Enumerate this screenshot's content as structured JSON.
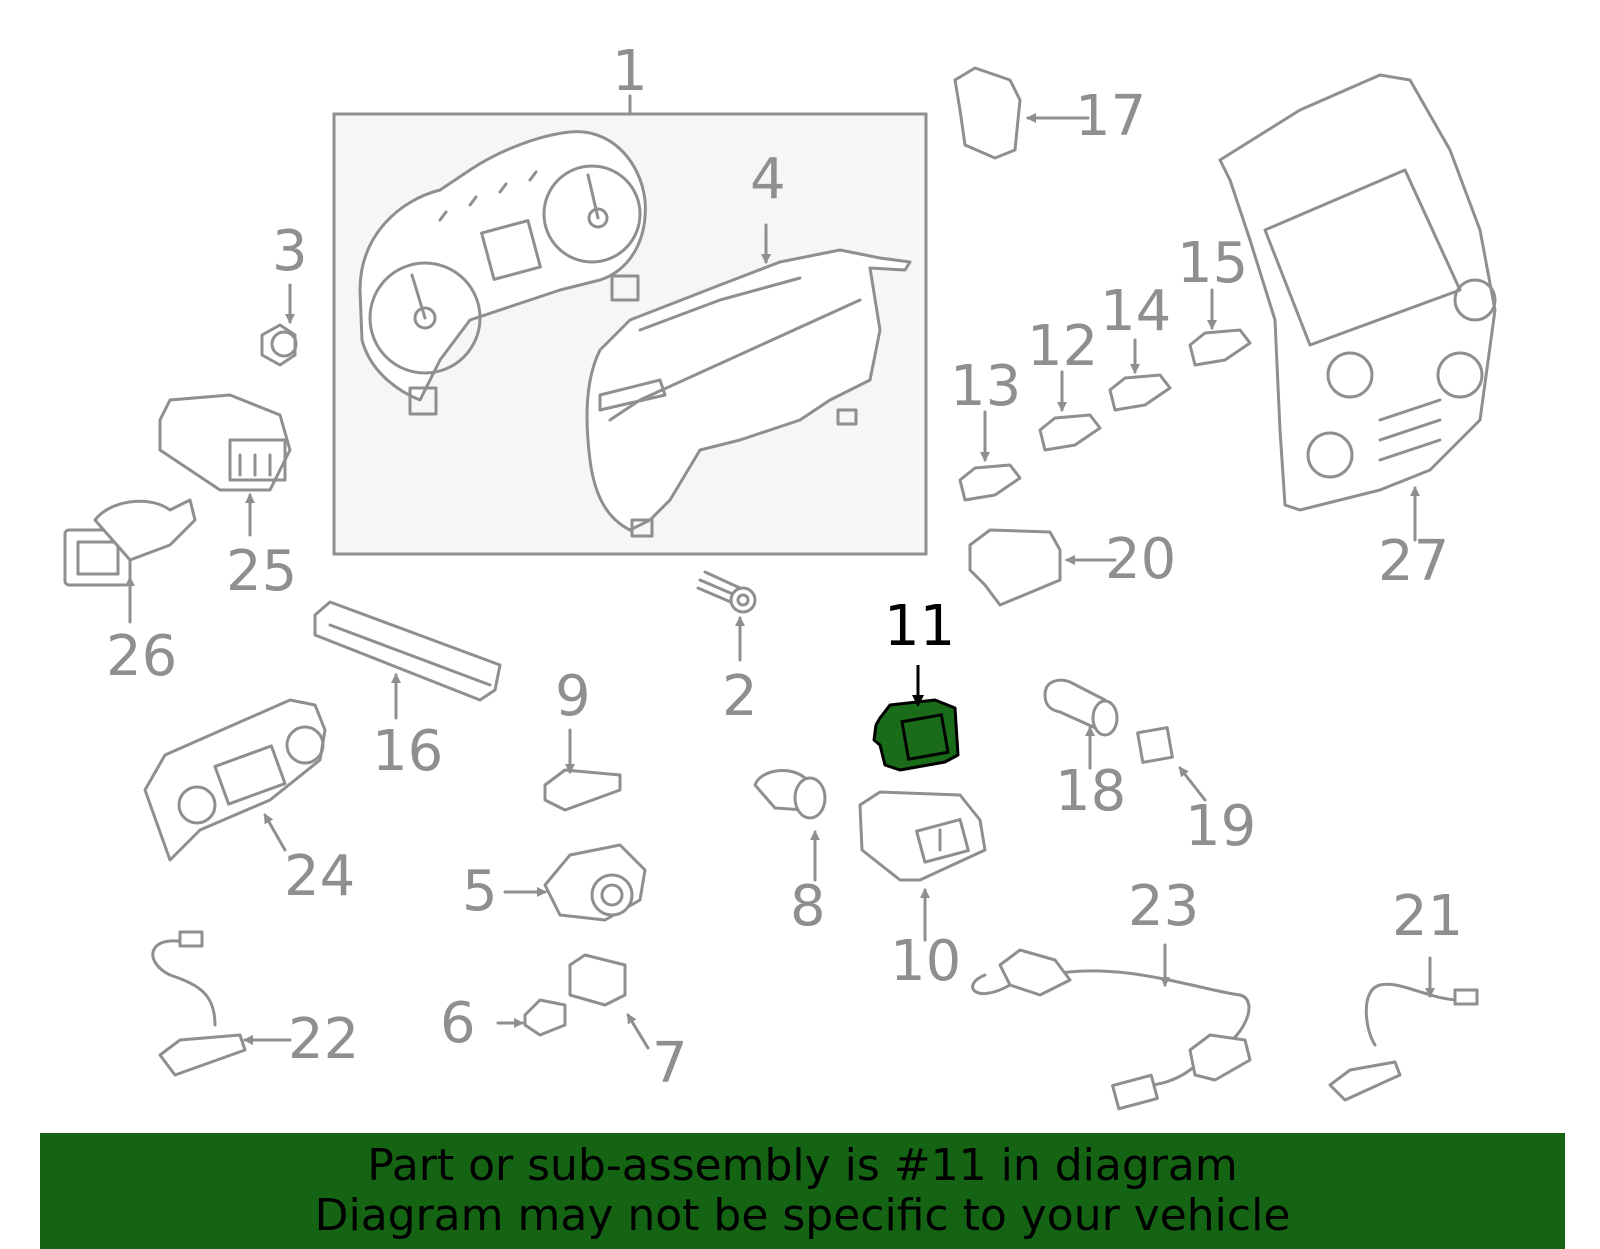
{
  "callouts": {
    "c1": "1",
    "c2": "2",
    "c3": "3",
    "c4": "4",
    "c5": "5",
    "c6": "6",
    "c7": "7",
    "c8": "8",
    "c9": "9",
    "c10": "10",
    "c11": "11",
    "c12": "12",
    "c13": "13",
    "c14": "14",
    "c15": "15",
    "c16": "16",
    "c17": "17",
    "c18": "18",
    "c19": "19",
    "c20": "20",
    "c21": "21",
    "c22": "22",
    "c23": "23",
    "c24": "24",
    "c25": "25",
    "c26": "26",
    "c27": "27"
  },
  "highlight": {
    "part_number": "11",
    "fill_color": "#1a6b1a"
  },
  "banner": {
    "line1": "Part or sub-assembly is #11 in diagram",
    "line2": "Diagram may not be specific to your vehicle",
    "background_color": "#146414"
  }
}
